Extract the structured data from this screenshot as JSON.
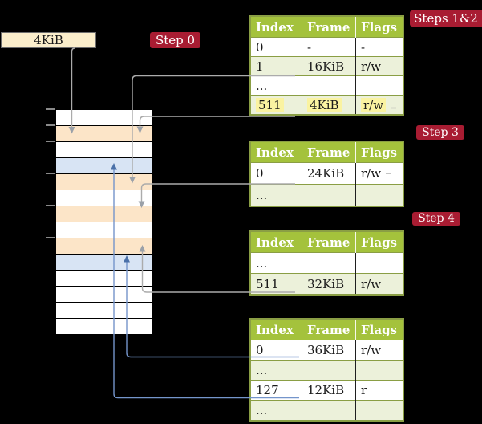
{
  "page_box": {
    "label": "4KiB"
  },
  "step_labels": [
    {
      "id": "step-0",
      "text": "Step 0"
    },
    {
      "id": "steps-1-2",
      "text": "Steps 1&2"
    },
    {
      "id": "step-3",
      "text": "Step 3"
    },
    {
      "id": "step-4",
      "text": "Step 4"
    }
  ],
  "memory_column": {
    "rows": [
      {
        "color": "white"
      },
      {
        "color": "peach"
      },
      {
        "color": "white"
      },
      {
        "color": "blue"
      },
      {
        "color": "peach"
      },
      {
        "color": "white"
      },
      {
        "color": "peach"
      },
      {
        "color": "white"
      },
      {
        "color": "peach"
      },
      {
        "color": "blue"
      },
      {
        "color": "white"
      },
      {
        "color": "white"
      },
      {
        "color": "white"
      },
      {
        "color": "white"
      }
    ],
    "ticks": [
      136,
      156,
      176,
      216,
      256,
      296
    ]
  },
  "tables": [
    {
      "name": "page-table-steps-1-2",
      "headers": [
        "Index",
        "Frame",
        "Flags"
      ],
      "rows": [
        {
          "cells": [
            "0",
            "-",
            "-"
          ],
          "shaded": false,
          "highlight": false
        },
        {
          "cells": [
            "1",
            "16KiB",
            "r/w"
          ],
          "shaded": true,
          "highlight": false
        },
        {
          "cells": [
            "...",
            "",
            ""
          ],
          "shaded": false,
          "highlight": false
        },
        {
          "cells": [
            "511",
            "4KiB",
            "r/w"
          ],
          "shaded": true,
          "highlight": true
        }
      ]
    },
    {
      "name": "page-table-step-3",
      "headers": [
        "Index",
        "Frame",
        "Flags"
      ],
      "rows": [
        {
          "cells": [
            "0",
            "24KiB",
            "r/w"
          ],
          "shaded": false,
          "highlight": false
        },
        {
          "cells": [
            "...",
            "",
            ""
          ],
          "shaded": true,
          "highlight": false
        }
      ]
    },
    {
      "name": "page-table-step-4",
      "headers": [
        "Index",
        "Frame",
        "Flags"
      ],
      "rows": [
        {
          "cells": [
            "...",
            "",
            ""
          ],
          "shaded": false,
          "highlight": false
        },
        {
          "cells": [
            "511",
            "32KiB",
            "r/w"
          ],
          "shaded": true,
          "highlight": false
        }
      ]
    },
    {
      "name": "page-table-final",
      "headers": [
        "Index",
        "Frame",
        "Flags"
      ],
      "rows": [
        {
          "cells": [
            "0",
            "36KiB",
            "r/w"
          ],
          "shaded": false,
          "highlight": false
        },
        {
          "cells": [
            "...",
            "",
            ""
          ],
          "shaded": true,
          "highlight": false
        },
        {
          "cells": [
            "127",
            "12KiB",
            "r"
          ],
          "shaded": false,
          "highlight": false
        },
        {
          "cells": [
            "...",
            "",
            ""
          ],
          "shaded": true,
          "highlight": false
        }
      ]
    }
  ],
  "connectors": [
    {
      "name": "arrow-4kib-to-memory",
      "color": "gray"
    },
    {
      "name": "arrow-table1-row1-to-memory",
      "color": "gray"
    },
    {
      "name": "arrow-table1-row511-to-memory",
      "color": "gray"
    },
    {
      "name": "arrow-table2-row0-to-memory",
      "color": "gray"
    },
    {
      "name": "arrow-table3-row511-to-memory",
      "color": "gray"
    },
    {
      "name": "arrow-table4-row0-to-memory",
      "color": "blue"
    },
    {
      "name": "arrow-table4-row127-to-memory",
      "color": "blue"
    },
    {
      "name": "line-stub-table1",
      "color": "gray"
    },
    {
      "name": "line-stub-table2",
      "color": "gray"
    }
  ],
  "colors": {
    "green": "#a4c23c",
    "lgreen": "#ecf1da",
    "olive": "#8a9e44",
    "red": "#a81c32",
    "peach": "#fce5c8",
    "lblue": "#d8e4f4",
    "cream": "#fbeecb",
    "yellow": "#faf3a1",
    "grayline": "#ababab",
    "grayhead": "#9ba1a9",
    "blueline": "#7495cb",
    "bluehead": "#4a70a8"
  }
}
